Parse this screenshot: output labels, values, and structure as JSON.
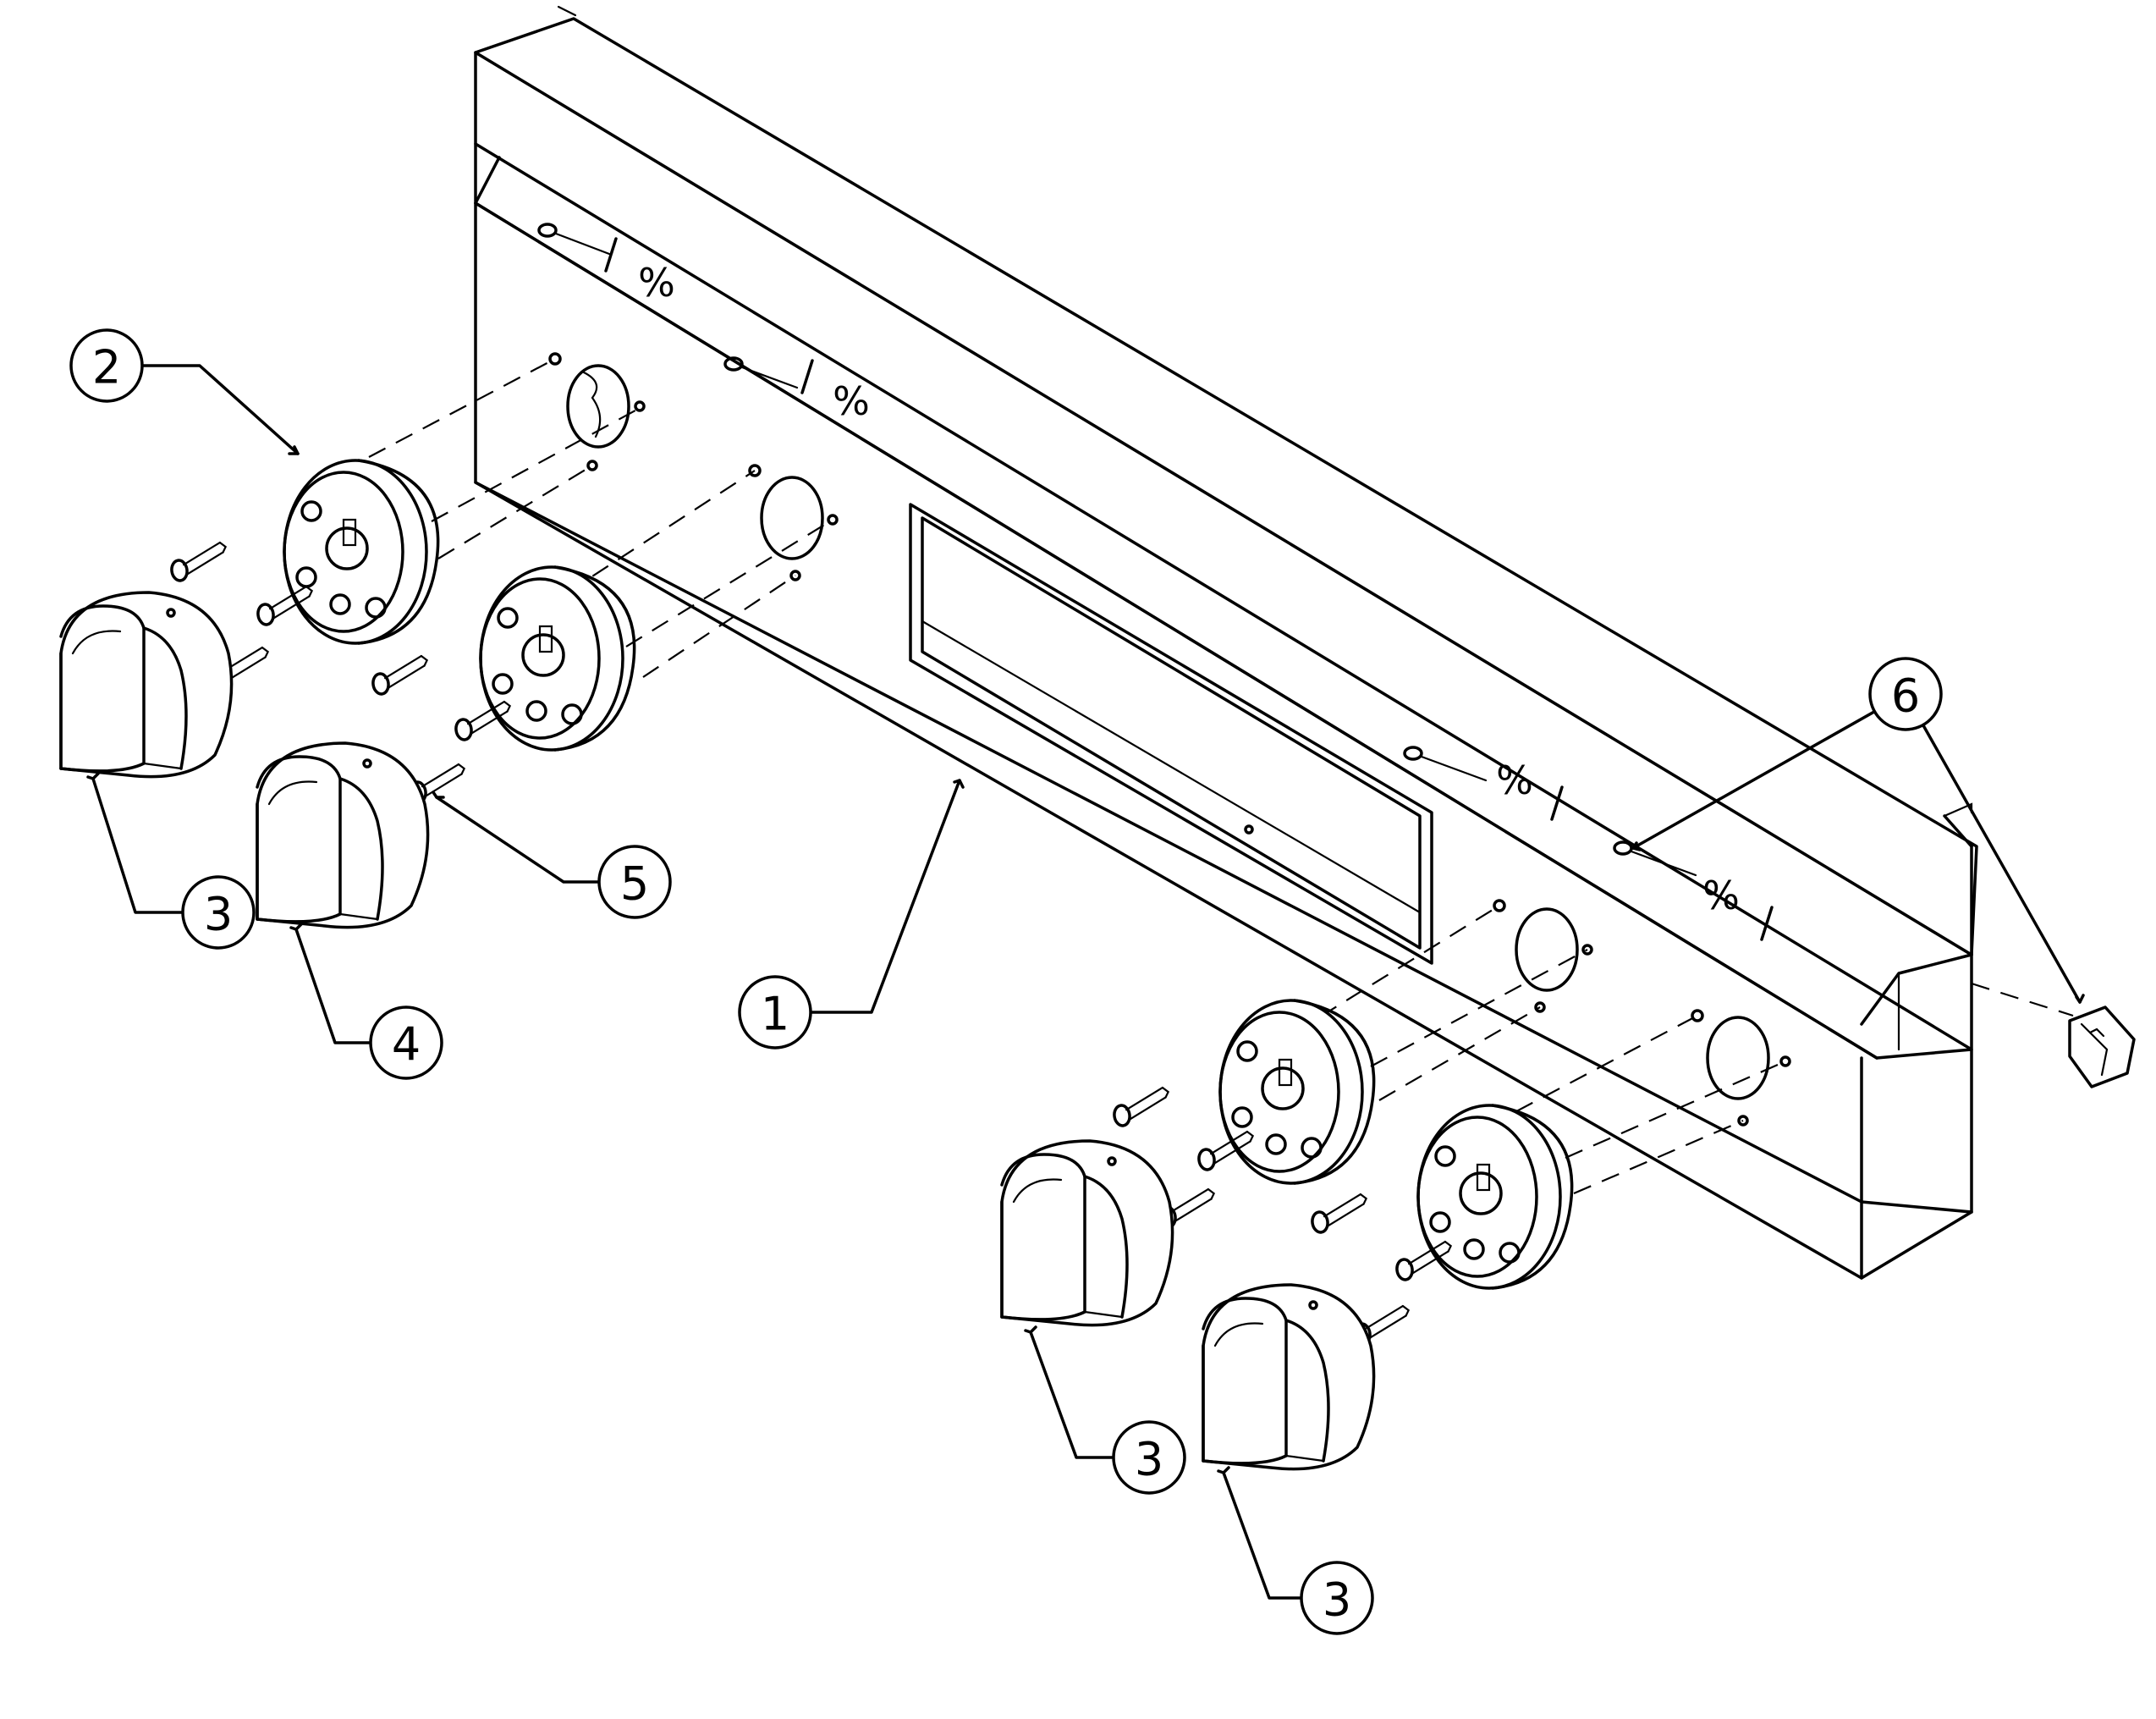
{
  "callouts": {
    "c1": "1",
    "c2": "2",
    "c3a": "3",
    "c3b": "3",
    "c3c": "3",
    "c4": "4",
    "c5": "5",
    "c6": "6"
  },
  "panel_marks": {
    "m1": "%",
    "m2": "%",
    "m3": "%",
    "m4": "%"
  },
  "icons": {
    "bezel": "knob-bezel-icon",
    "knob": "control-knob-icon",
    "screw": "screw-icon",
    "clip": "clip-icon"
  }
}
